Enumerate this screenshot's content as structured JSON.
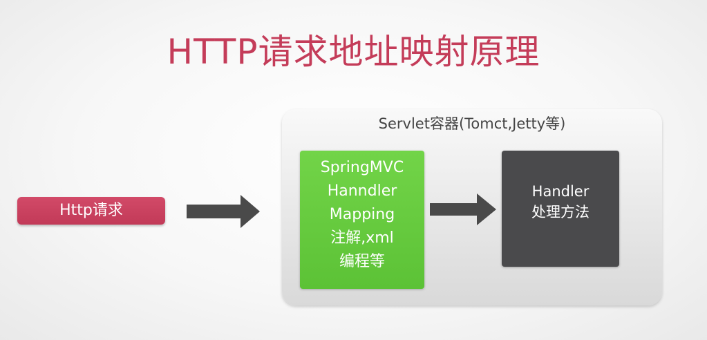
{
  "title": "HTTP请求地址映射原理",
  "request": {
    "label": "Http请求"
  },
  "container": {
    "label": "Servlet容器(Tomct,Jetty等)",
    "mapping_box": {
      "lines": [
        "SpringMVC",
        "Hanndler",
        "Mapping",
        "注解,xml",
        "编程等"
      ],
      "color": "#66cc3f"
    },
    "handler_box": {
      "lines": [
        "Handler",
        "处理方法"
      ],
      "color": "#4a4a4c"
    }
  },
  "colors": {
    "title": "#c43c59",
    "request_pill": "#cb4261",
    "arrow": "#4a4a4a"
  }
}
